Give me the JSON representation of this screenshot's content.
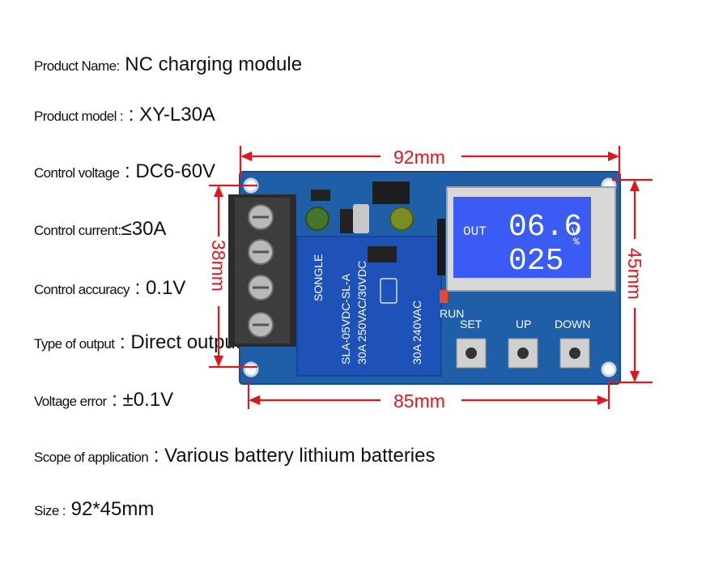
{
  "specs": [
    {
      "label": "Product Name:",
      "value": " NC charging module"
    },
    {
      "label": "Product model :",
      "value": " : XY-L30A"
    },
    {
      "label": "Control voltage",
      "value": " : DC6-60V"
    },
    {
      "label": "Control current:",
      "value": "≤30A"
    },
    {
      "label": "Control accuracy",
      "value": " : 0.1V"
    },
    {
      "label": "Type of output",
      "value": " : Direct output"
    },
    {
      "label": "Voltage error",
      "value": " : ±0.1V"
    },
    {
      "label": "Scope of application",
      "value": " : Various battery lithium batteries"
    },
    {
      "label": "Size :",
      "value": " 92*45mm"
    }
  ],
  "dimensions": {
    "width": "92mm",
    "height": "45mm",
    "hole_spacing_x": "85mm",
    "hole_spacing_y": "38mm"
  },
  "board": {
    "lcd": {
      "mode": "OUT",
      "value": "06.6",
      "unit": "V",
      "percent": "025",
      "percent_sign": "%"
    },
    "buttons": [
      "SET",
      "UP",
      "DOWN"
    ],
    "relay": {
      "brand": "SONGLE",
      "model": "SLA-05VDC-SL-A",
      "rating1": "30A 250VAC/30VDC",
      "rating2": "30A 240VAC"
    },
    "run_label": "RUN"
  },
  "colors": {
    "board": "#1f5fa8",
    "dimension": "#e0171f",
    "lcd": "#3a5cf5",
    "relay": "#1f52b8"
  }
}
